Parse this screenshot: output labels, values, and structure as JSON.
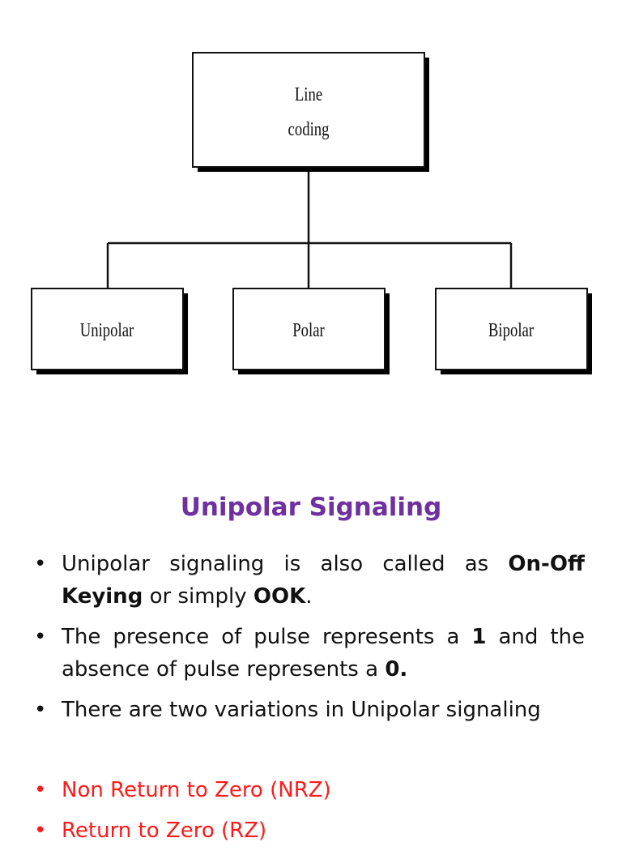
{
  "diagram": {
    "root": {
      "line1": "Line",
      "line2": "coding"
    },
    "children": [
      "Unipolar",
      "Polar",
      "Bipolar"
    ]
  },
  "section": {
    "title": "Unipolar Signaling",
    "title_color": "#7030a0"
  },
  "bullets": [
    {
      "t1": "Unipolar signaling is also called as ",
      "b1": "On-Off Keying",
      "t2": " or simply ",
      "b2": "OOK",
      "t3": "."
    },
    {
      "t1": "The presence of pulse represents a ",
      "b1": "1",
      "t2": " and the absence of pulse represents a ",
      "b2": "0.",
      "t3": ""
    },
    {
      "t1": "There are two variations in Unipolar signaling",
      "b1": "",
      "t2": "",
      "b2": "",
      "t3": ""
    }
  ],
  "variations": [
    "Non Return to Zero (NRZ)",
    "Return to Zero (RZ)"
  ],
  "variation_color": "#ff1a1a",
  "bullet_glyph": "•"
}
